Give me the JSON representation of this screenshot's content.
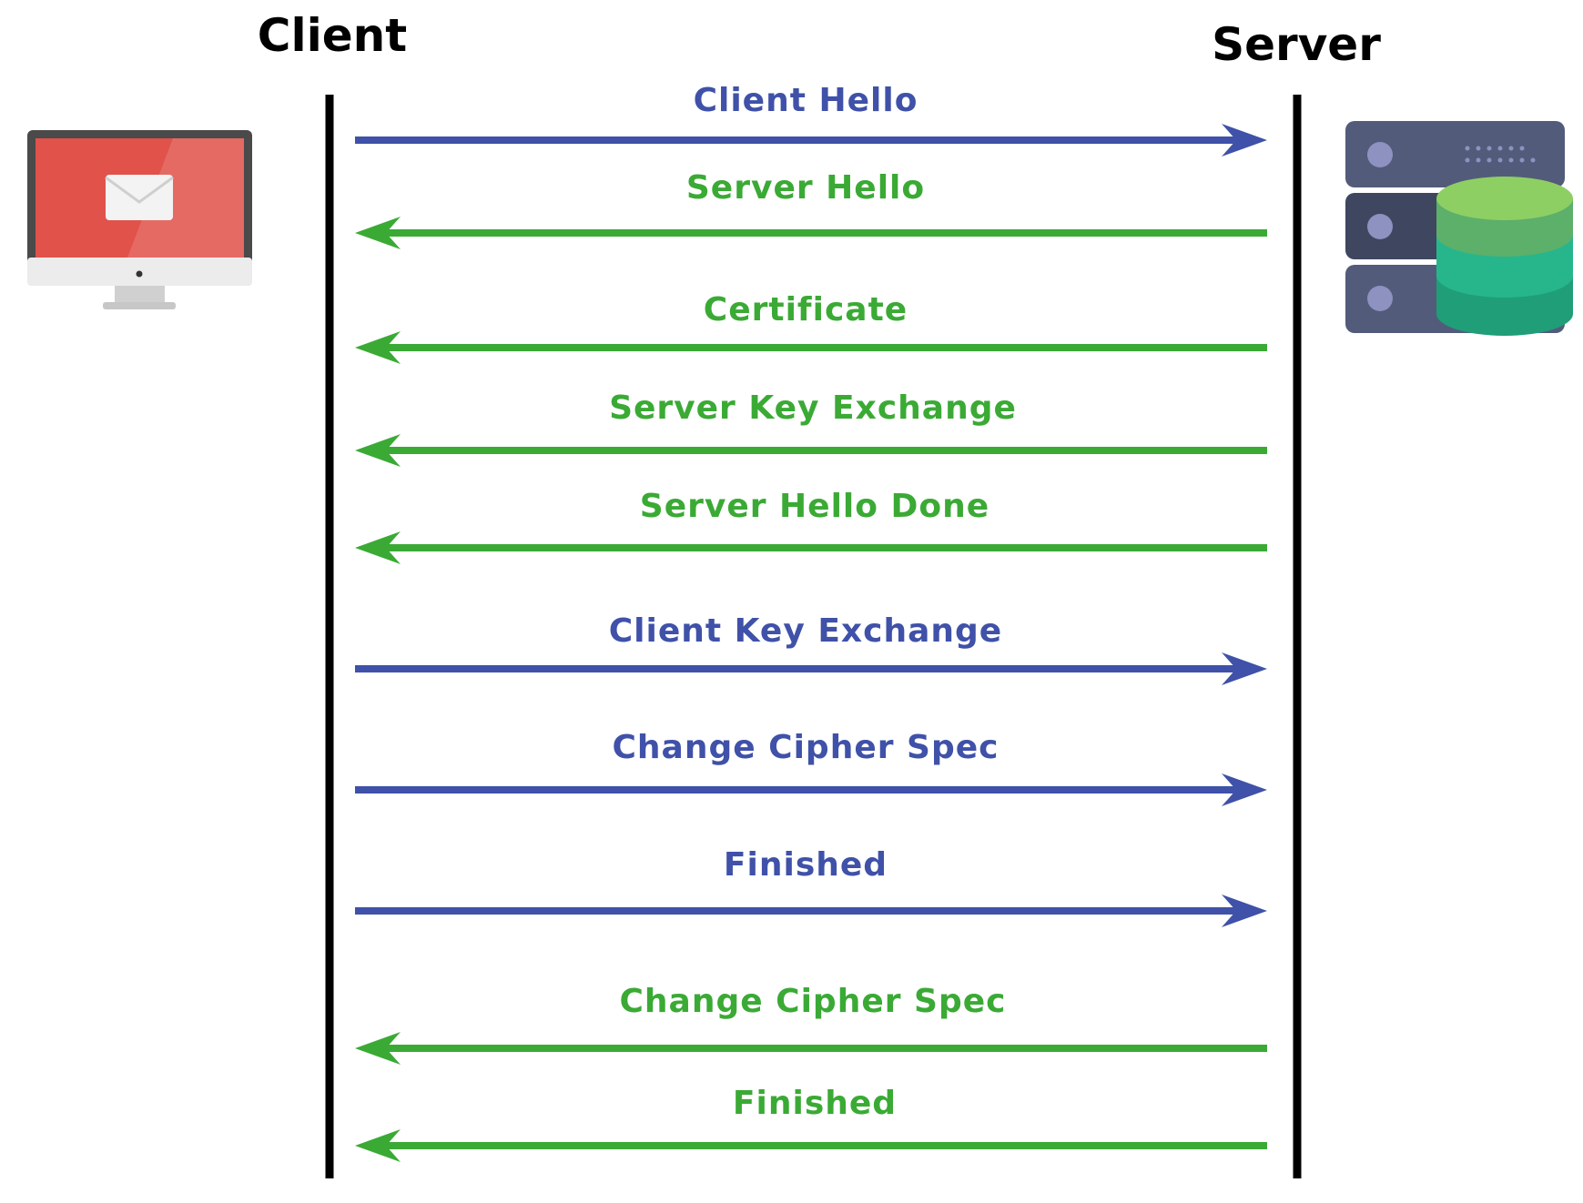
{
  "diagram": {
    "participants": {
      "client": {
        "label": "Client"
      },
      "server": {
        "label": "Server"
      }
    },
    "colors": {
      "client_to_server": "#3f51a8",
      "server_to_client": "#3aaa35",
      "lifeline": "#000000"
    },
    "messages": [
      {
        "label": "Client Hello",
        "direction": "client_to_server"
      },
      {
        "label": "Server Hello",
        "direction": "server_to_client"
      },
      {
        "label": "Certificate",
        "direction": "server_to_client"
      },
      {
        "label": "Server Key Exchange",
        "direction": "server_to_client"
      },
      {
        "label": "Server Hello Done",
        "direction": "server_to_client"
      },
      {
        "label": "Client Key Exchange",
        "direction": "client_to_server"
      },
      {
        "label": "Change Cipher Spec",
        "direction": "client_to_server"
      },
      {
        "label": "Finished",
        "direction": "client_to_server"
      },
      {
        "label": "Change Cipher Spec",
        "direction": "server_to_client"
      },
      {
        "label": "Finished",
        "direction": "server_to_client"
      }
    ],
    "icons": {
      "client": "monitor-mail-icon",
      "server": "server-database-icon"
    }
  }
}
